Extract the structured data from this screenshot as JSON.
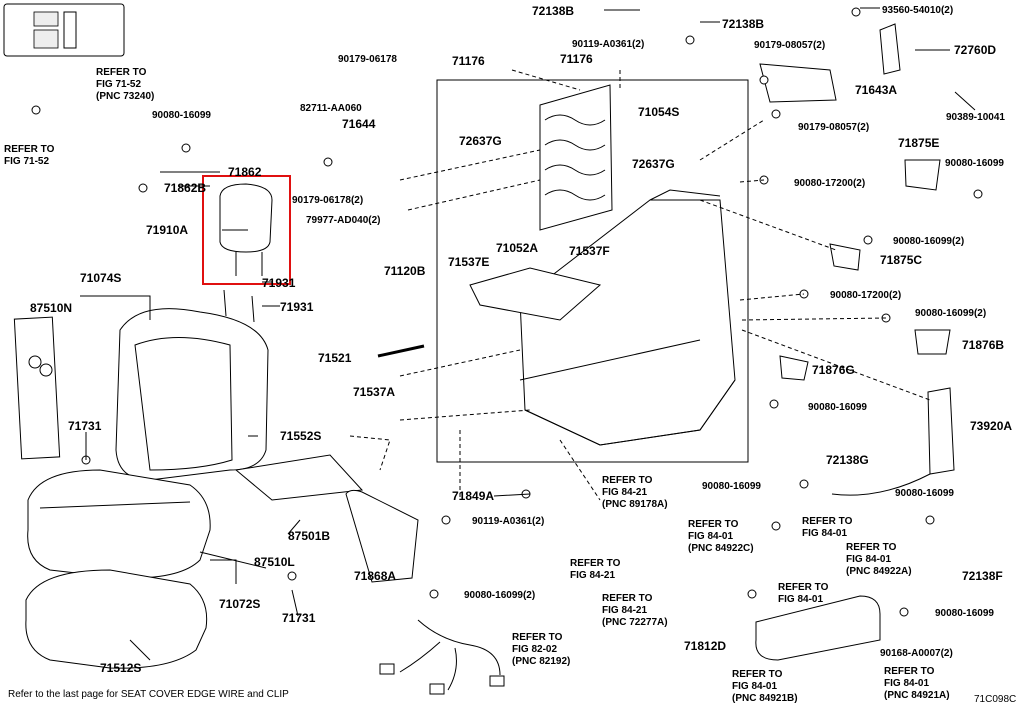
{
  "title_icon": "seat-icon",
  "footer_note": "Refer to the last page for SEAT COVER EDGE WIRE and CLIP",
  "figure_code": "71C098C",
  "highlight_color": "#e01010",
  "labels": {
    "p72138B_top": "72138B",
    "p72138B_right": "72138B",
    "p93560": "93560-54010(2)",
    "p72760D": "72760D",
    "p90389": "90389-10041",
    "p90119_top": "90119-A0361(2)",
    "p90179_08057_top": "90179-08057(2)",
    "p71643A": "71643A",
    "p90179_08057_b": "90179-08057(2)",
    "p71875E": "71875E",
    "p90080_16099_r1": "90080-16099",
    "p71176_a": "71176",
    "p71176_b": "71176",
    "p90179_06178": "90179-06178",
    "p82711": "82711-AA060",
    "p71644": "71644",
    "p71054S": "71054S",
    "p72637G_a": "72637G",
    "p72637G_b": "72637G",
    "p90080_17200_a": "90080-17200(2)",
    "p90080_16099_r2": "90080-16099(2)",
    "p71875C": "71875C",
    "p90179_06178_2": "90179-06178(2)",
    "p79977": "79977-AD040(2)",
    "p71052A": "71052A",
    "p71537F": "71537F",
    "p71537E": "71537E",
    "p71120B": "71120B",
    "p90080_17200_b": "90080-17200(2)",
    "p90080_16099_r3": "90080-16099(2)",
    "p71876B": "71876B",
    "p71521": "71521",
    "p71537A": "71537A",
    "p71876G": "71876G",
    "p90080_16099_r4": "90080-16099",
    "p73920A": "73920A",
    "p72138G": "72138G",
    "p90080_16099_r5": "90080-16099",
    "p90080_16099_r6": "90080-16099",
    "p72138F": "72138F",
    "p90080_16099_r7": "90080-16099",
    "p90168": "90168-A0007(2)",
    "p71812D": "71812D",
    "p71849A": "71849A",
    "p90119_mid": "90119-A0361(2)",
    "p71868A": "71868A",
    "p90080_16099_b2": "90080-16099(2)",
    "p90080_16099_top": "90080-16099",
    "p71862": "71862",
    "p71862B": "71862B",
    "p71910A": "71910A",
    "p71931_a": "71931",
    "p71931_b": "71931",
    "p71074S": "71074S",
    "p87510N": "87510N",
    "p71731_a": "71731",
    "p71552S": "71552S",
    "p87501B": "87501B",
    "p87510L": "87510L",
    "p71072S": "71072S",
    "p71731_b": "71731",
    "p71512S": "71512S"
  },
  "refs": {
    "r1": [
      "REFER TO",
      "FIG 71-52",
      "(PNC 73240)"
    ],
    "r2": [
      "REFER TO",
      "FIG 71-52"
    ],
    "r3": [
      "REFER TO",
      "FIG 84-21",
      "(PNC 89178A)"
    ],
    "r4": [
      "REFER TO",
      "FIG 84-01",
      "(PNC 84922C)"
    ],
    "r5": [
      "REFER TO",
      "FIG 84-01"
    ],
    "r6": [
      "REFER TO",
      "FIG 84-01",
      "(PNC 84922A)"
    ],
    "r7": [
      "REFER TO",
      "FIG 84-21"
    ],
    "r8": [
      "REFER TO",
      "FIG 84-01"
    ],
    "r9": [
      "REFER TO",
      "FIG 84-21",
      "(PNC 72277A)"
    ],
    "r10": [
      "REFER TO",
      "FIG 82-02",
      "(PNC 82192)"
    ],
    "r11": [
      "REFER TO",
      "FIG 84-01",
      "(PNC 84921B)"
    ],
    "r12": [
      "REFER TO",
      "FIG 84-01",
      "(PNC 84921A)"
    ]
  }
}
